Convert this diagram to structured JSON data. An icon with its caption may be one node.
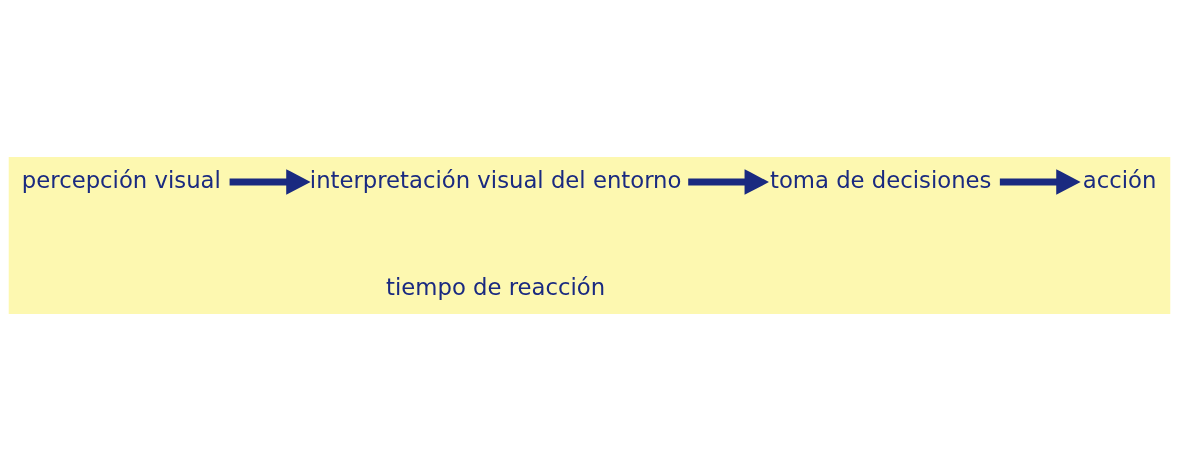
{
  "diagram": {
    "nodes": [
      {
        "text": [
          "percepción visual"
        ]
      },
      {
        "text": [
          "interpretación visual del entorno"
        ]
      },
      {
        "text": [
          "toma de decisiones"
        ]
      },
      {
        "text": [
          "acción"
        ]
      }
    ],
    "edges": [
      {
        "from": 0,
        "to": 1,
        "arrow": "to"
      },
      {
        "from": 1,
        "to": 2,
        "arrow": "to"
      },
      {
        "from": 2,
        "to": 3,
        "arrow": "to"
      }
    ],
    "labels": [
      "tiempo de reacción"
    ]
  }
}
